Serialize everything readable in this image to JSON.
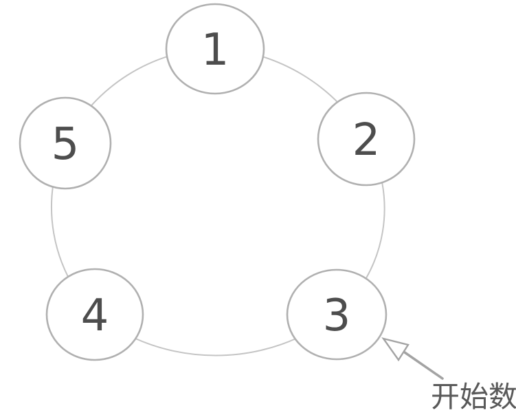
{
  "figure": {
    "nodes": [
      "1",
      "2",
      "3",
      "4",
      "5"
    ],
    "annotation": {
      "label": "开始数",
      "points_to_node": "3"
    },
    "colors": {
      "background": "#ffffff",
      "ring_stroke": "#c4c4c4",
      "node_stroke": "#b0b0b0",
      "node_fill": "#ffffff",
      "number_text": "#4d4d4d",
      "arrow": "#a3a3a3",
      "annotation_text": "#595959"
    }
  }
}
